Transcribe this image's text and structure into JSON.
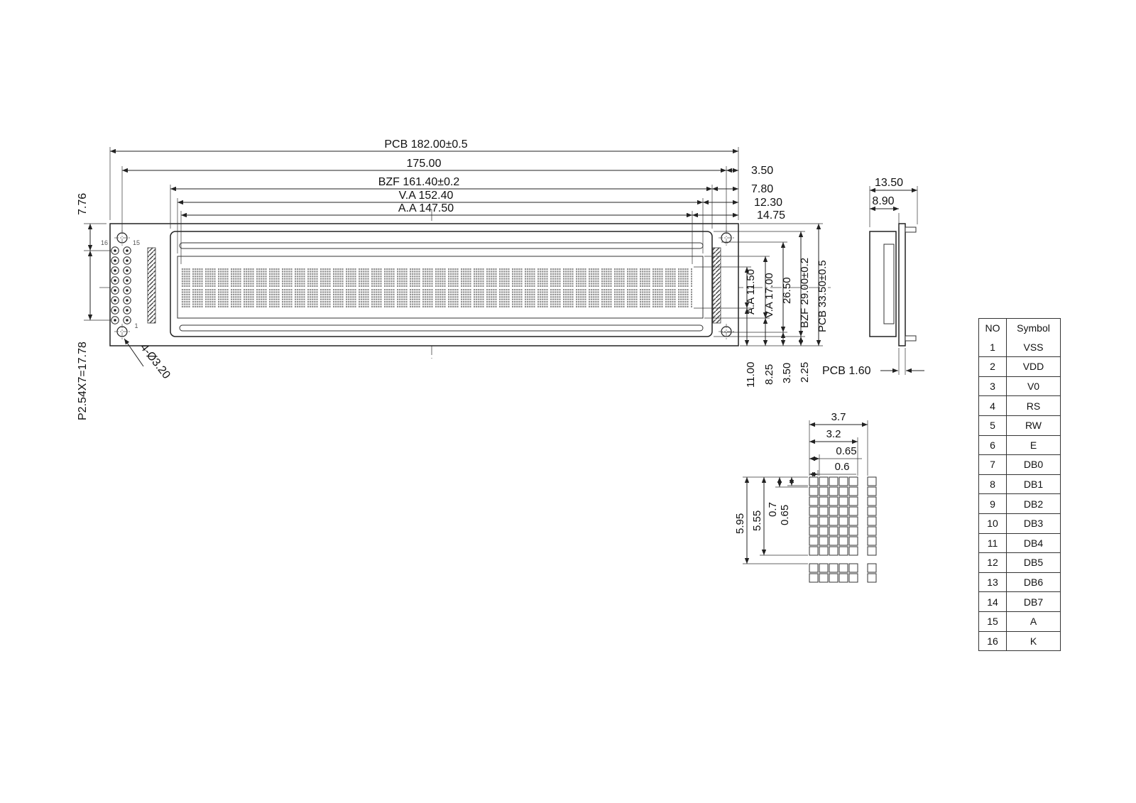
{
  "front_view": {
    "dim_pcb_width": "PCB 182.00±0.5",
    "dim_hole_span": "175.00",
    "dim_bzf_width": "BZF 161.40±0.2",
    "dim_va_width": "V.A 152.40",
    "dim_aa_width": "A.A 147.50",
    "dim_edge_3_50": "3.50",
    "dim_edge_7_80": "7.80",
    "dim_edge_12_30": "12.30",
    "dim_edge_14_75": "14.75",
    "dim_top_7_76": "7.76",
    "dim_pin_pitch": "P2.54X7=17.78",
    "dim_mount_holes": "4-Ø3.20",
    "dim_aa_height": "A.A 11.50",
    "dim_va_height": "V.A 17.00",
    "dim_26_50": "26.50",
    "dim_bzf_height": "BZF 29.00±0.2",
    "dim_pcb_height": "PCB 33.50±0.5",
    "dim_11_00": "11.00",
    "dim_8_25": "8.25",
    "dim_3_50_b": "3.50",
    "dim_2_25": "2.25",
    "pin_label_16": "16",
    "pin_label_15": "15",
    "pin_label_1": "1"
  },
  "side_view": {
    "dim_depth": "13.50",
    "dim_8_90": "8.90",
    "dim_pcb_thickness": "PCB 1.60"
  },
  "detail_view": {
    "dim_char_pitch_x": "3.7",
    "dim_char_width": "3.2",
    "dim_dot_pitch_x": "0.65",
    "dim_dot_width": "0.6",
    "dim_char_pitch_y": "5.95",
    "dim_char_height": "5.55",
    "dim_dot_pitch_y": "0.7",
    "dim_dot_height": "0.65"
  },
  "pin_table": {
    "headers": [
      "NO",
      "Symbol"
    ],
    "rows": [
      {
        "no": "1",
        "symbol": "VSS"
      },
      {
        "no": "2",
        "symbol": "VDD"
      },
      {
        "no": "3",
        "symbol": "V0"
      },
      {
        "no": "4",
        "symbol": "RS"
      },
      {
        "no": "5",
        "symbol": "RW"
      },
      {
        "no": "6",
        "symbol": "E"
      },
      {
        "no": "7",
        "symbol": "DB0"
      },
      {
        "no": "8",
        "symbol": "DB1"
      },
      {
        "no": "9",
        "symbol": "DB2"
      },
      {
        "no": "10",
        "symbol": "DB3"
      },
      {
        "no": "11",
        "symbol": "DB4"
      },
      {
        "no": "12",
        "symbol": "DB5"
      },
      {
        "no": "13",
        "symbol": "DB6"
      },
      {
        "no": "14",
        "symbol": "DB7"
      },
      {
        "no": "15",
        "symbol": "A"
      },
      {
        "no": "16",
        "symbol": "K"
      }
    ]
  }
}
